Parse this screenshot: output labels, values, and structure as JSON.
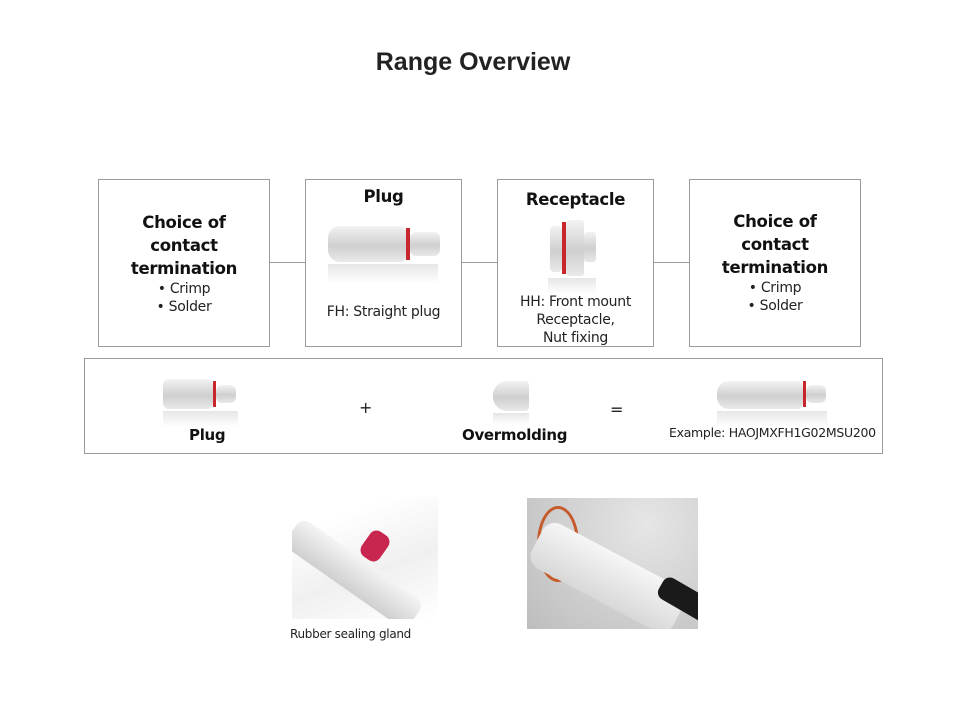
{
  "title": "Range Overview",
  "boxes": [
    {
      "heading_lines": [
        "Choice of",
        "contact",
        "termination"
      ],
      "bullets": [
        "• Crimp",
        "• Solder"
      ]
    },
    {
      "heading": "Plug",
      "caption": "FH: Straight plug"
    },
    {
      "heading": "Receptacle",
      "caption_lines": [
        "HH: Front mount",
        "Receptacle,",
        "Nut fixing"
      ]
    },
    {
      "heading_lines": [
        "Choice of",
        "contact",
        "termination"
      ],
      "bullets": [
        "• Crimp",
        "• Solder"
      ]
    }
  ],
  "assembly": {
    "plug": "Plug",
    "plus": "+",
    "overmolding": "Overmolding",
    "equals": "=",
    "example": "Example: HAOJMXFH1G02MSU200"
  },
  "photos": {
    "gland_caption": "Rubber sealing gland"
  },
  "colors": {
    "accent_red": "#c8262c",
    "border": "#9a9a9a"
  }
}
